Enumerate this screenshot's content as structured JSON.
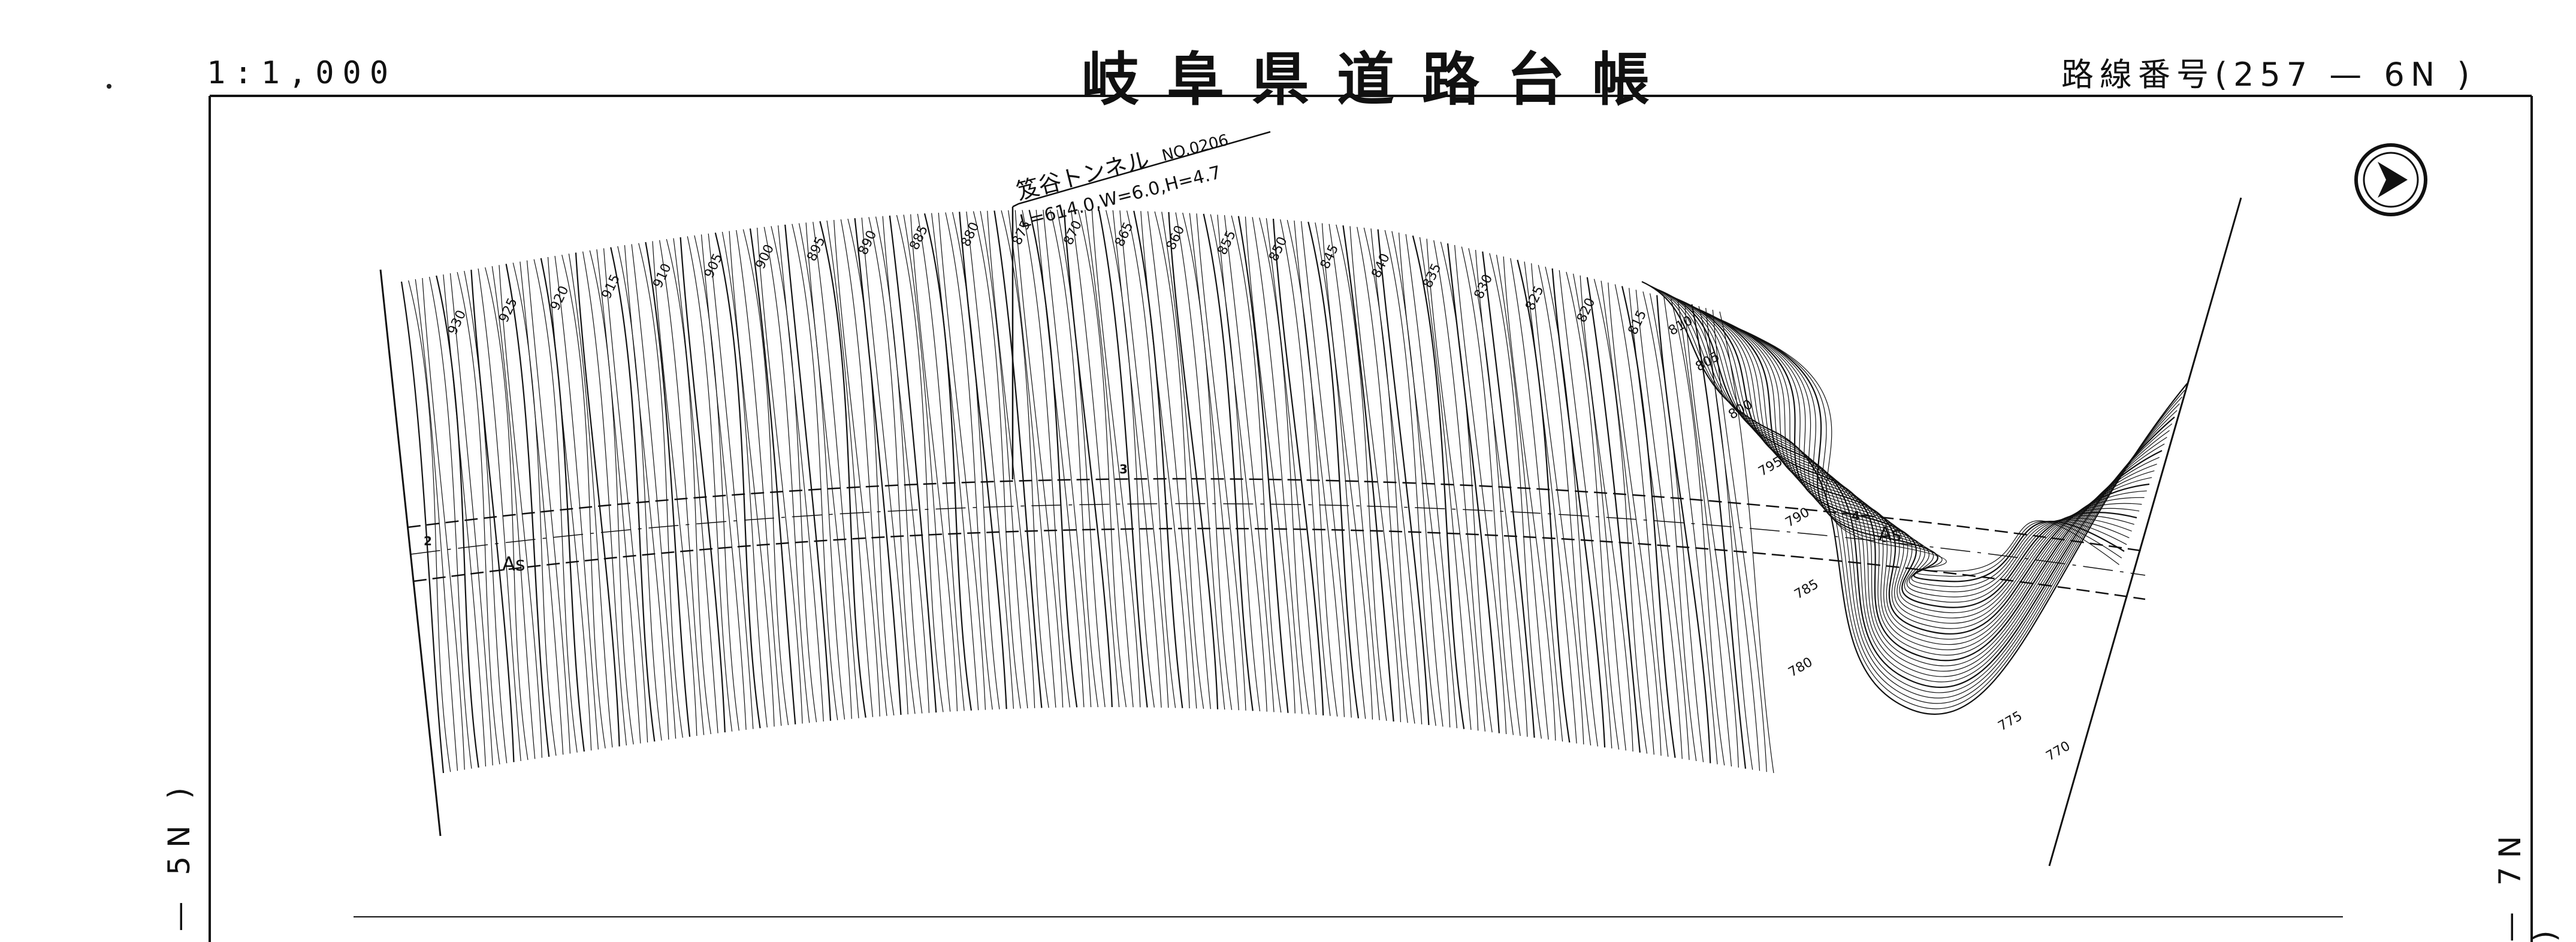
{
  "header": {
    "scale": "1:1,000",
    "title": "岐阜県道路台帳",
    "route_number": "路線番号(257 — 6N )"
  },
  "side_labels": {
    "left": "— 5N )",
    "right": "— 7N )"
  },
  "tunnel": {
    "name": "笈谷トンネル",
    "number": "NO.0206",
    "dims": "L=614.0,W=6.0,H=4.7"
  },
  "contours": {
    "top_labels": [
      "930",
      "925",
      "920",
      "915",
      "910",
      "905",
      "900",
      "895",
      "890",
      "885",
      "880",
      "875",
      "870",
      "865",
      "860",
      "855",
      "850",
      "845",
      "840",
      "835",
      "830",
      "825",
      "820",
      "815"
    ],
    "right_labels": [
      "810",
      "805",
      "800",
      "795",
      "790",
      "785",
      "780",
      "775",
      "770"
    ]
  },
  "map_marks": {
    "station_2": "2",
    "station_3": "3",
    "station_4": "4",
    "surface_as_1": "As",
    "surface_as_2": "As"
  },
  "colors": {
    "ink": "#111111",
    "paper": "#ffffff"
  },
  "icons": {
    "north_arrow": "north-arrow-icon"
  }
}
